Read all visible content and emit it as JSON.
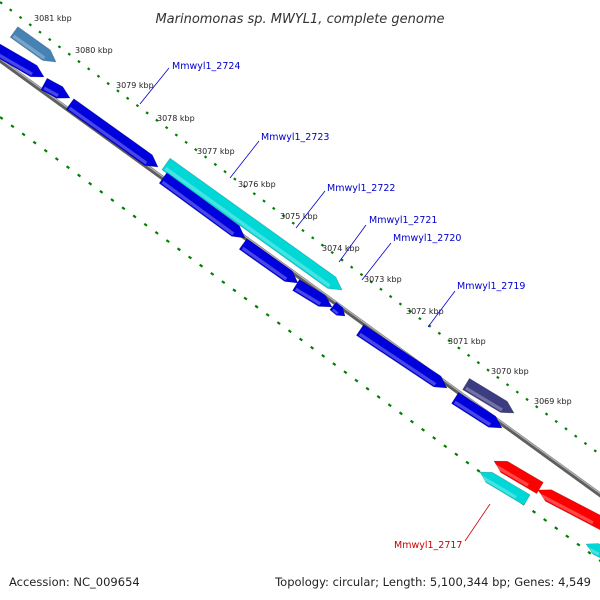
{
  "header": {
    "title": "Marinomonas sp. MWYL1, complete genome"
  },
  "footer": {
    "accession": "Accession: NC_009654",
    "summary": "Topology: circular; Length: 5,100,344 bp; Genes: 4,549"
  },
  "scale": {
    "ticks": [
      {
        "label": "3081 kbp"
      },
      {
        "label": "3080 kbp"
      },
      {
        "label": "3079 kbp"
      },
      {
        "label": "3078 kbp"
      },
      {
        "label": "3077 kbp"
      },
      {
        "label": "3076 kbp"
      },
      {
        "label": "3075 kbp"
      },
      {
        "label": "3074 kbp"
      },
      {
        "label": "3073 kbp"
      },
      {
        "label": "3072 kbp"
      },
      {
        "label": "3071 kbp"
      },
      {
        "label": "3070 kbp"
      },
      {
        "label": "3069 kbp"
      }
    ]
  },
  "gene_labels": [
    {
      "name": "Mmwyl1_2724",
      "color": "#0000cc"
    },
    {
      "name": "Mmwyl1_2723",
      "color": "#0000cc"
    },
    {
      "name": "Mmwyl1_2722",
      "color": "#0000cc"
    },
    {
      "name": "Mmwyl1_2721",
      "color": "#0000cc"
    },
    {
      "name": "Mmwyl1_2720",
      "color": "#0000cc"
    },
    {
      "name": "Mmwyl1_2719",
      "color": "#0000cc"
    },
    {
      "name": "Mmwyl1_2717",
      "color": "#cc0000"
    }
  ],
  "colors": {
    "cds_blue": "#0000dd",
    "rna_cyan": "#00d8d8",
    "steel": "#4682b4",
    "slate": "#3c3c80",
    "red": "#ff0000",
    "backbone": "#808080",
    "tick_dots": "#008000"
  }
}
